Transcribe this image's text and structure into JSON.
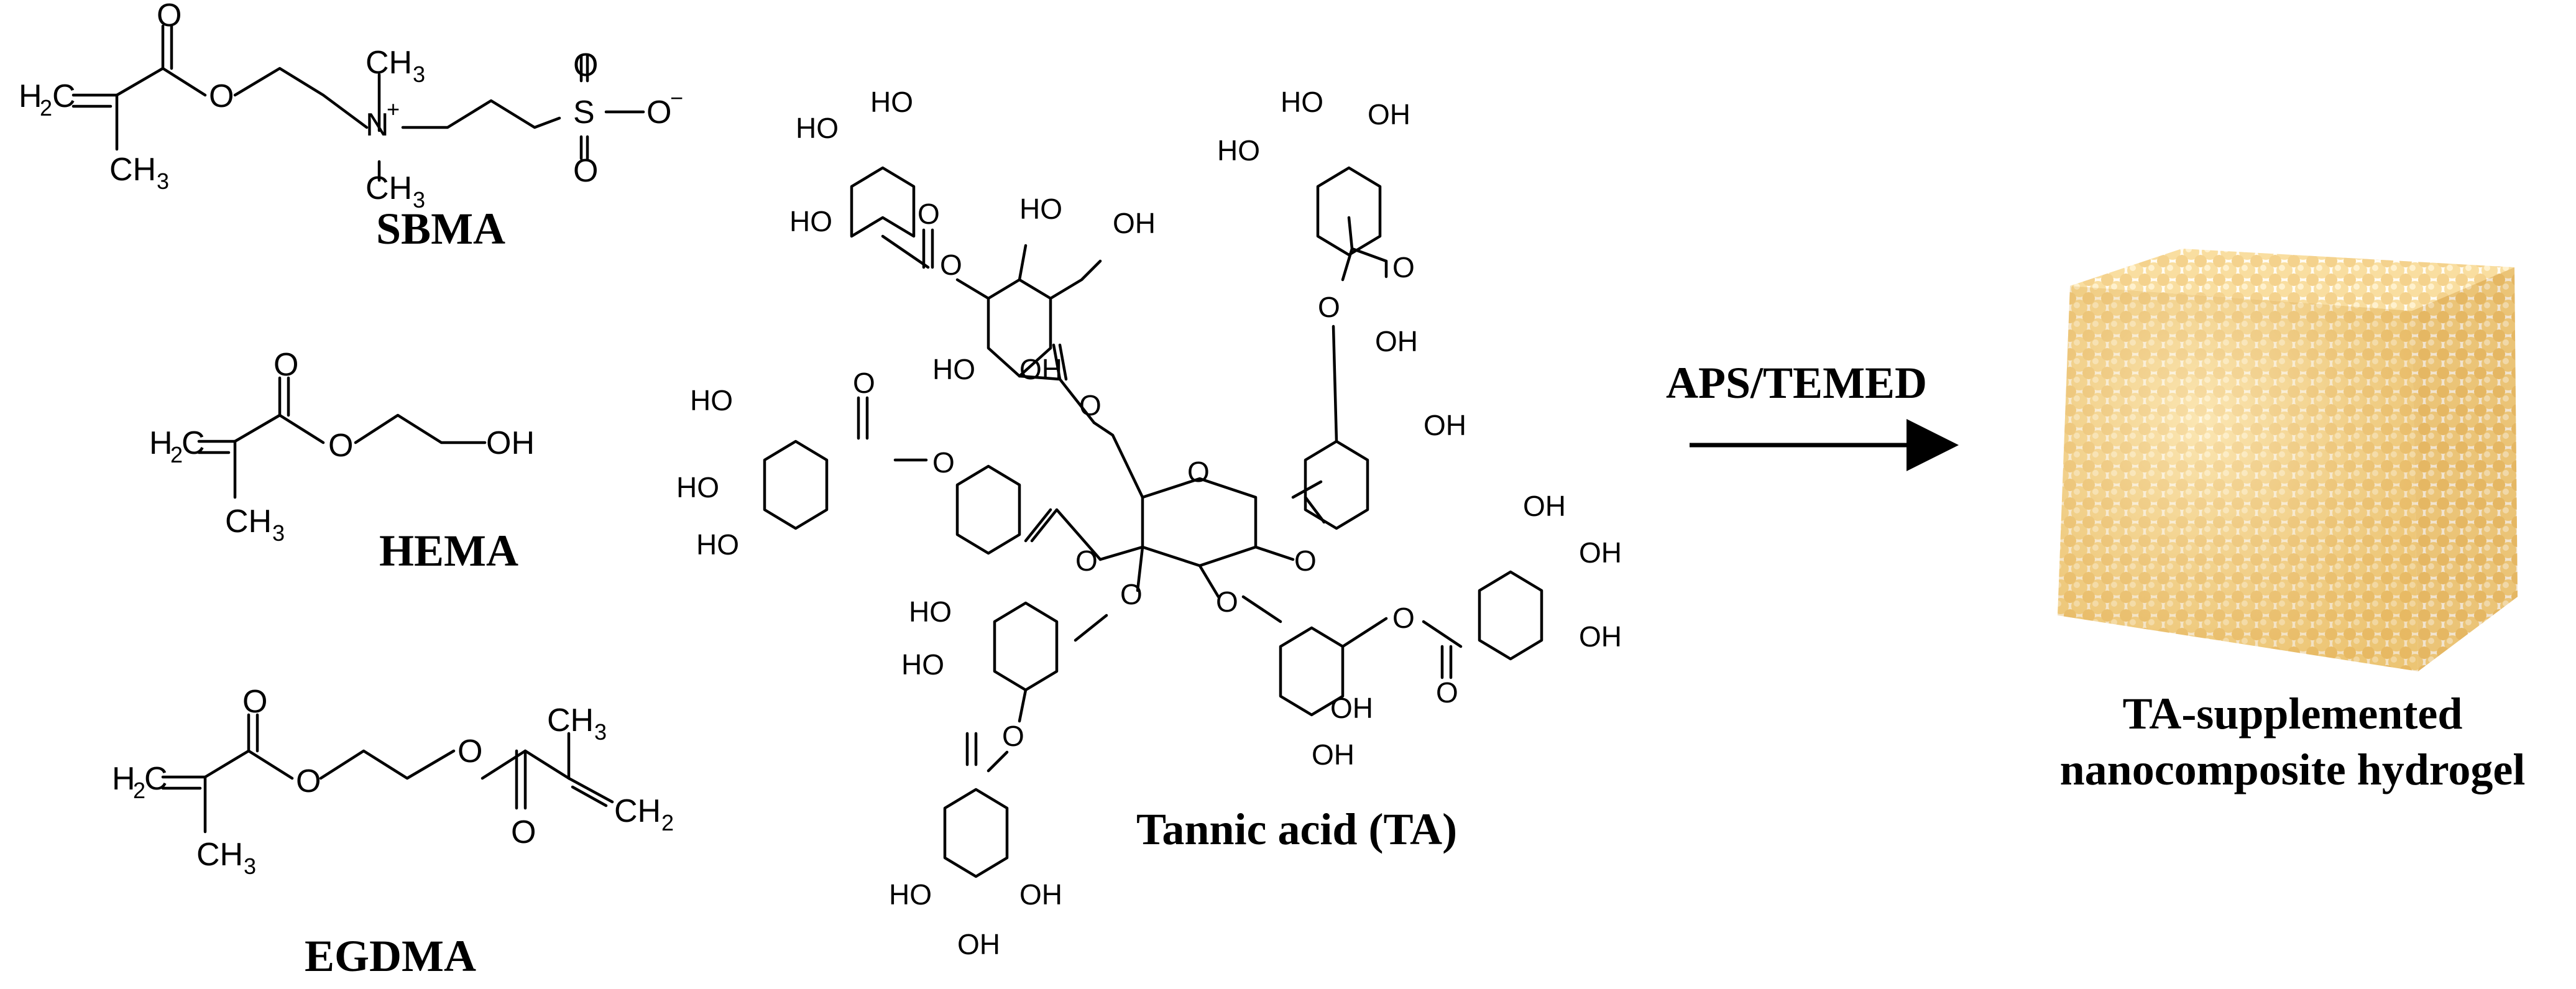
{
  "monomers": {
    "sbma": {
      "label": "SBMA",
      "atoms": {
        "ch2": "H",
        "ch2_sub": "2",
        "ch2_c": "C",
        "o_carbonyl": "O",
        "o_ester": "O",
        "n": "N",
        "n_charge": "+",
        "me_top": "CH",
        "me_top_sub": "3",
        "me_bottom": "CH",
        "me_bottom_sub": "3",
        "methyl": "CH",
        "methyl_sub": "3",
        "s": "S",
        "o_top": "O",
        "o_bottom": "O",
        "o_minus": "O",
        "o_minus_charge": "−"
      }
    },
    "hema": {
      "label": "HEMA",
      "atoms": {
        "ch2": "H",
        "ch2_sub": "2",
        "ch2_c": "C",
        "o_carbonyl": "O",
        "o_ester": "O",
        "oh": "OH",
        "methyl": "CH",
        "methyl_sub": "3"
      }
    },
    "egdma": {
      "label": "EGDMA",
      "atoms": {
        "ch2_left": "H",
        "ch2_left_sub": "2",
        "ch2_left_c": "C",
        "o_carbonyl_1": "O",
        "o_ester_1": "O",
        "o_ester_2": "O",
        "o_carbonyl_2": "O",
        "methyl_left": "CH",
        "methyl_left_sub": "3",
        "methyl_right": "CH",
        "methyl_right_sub": "3",
        "ch2_right": "CH",
        "ch2_right_sub": "2"
      }
    }
  },
  "tannic_acid": {
    "label": "Tannic acid (TA)",
    "hydroxyl": "HO",
    "hydroxyl_r": "OH",
    "oxygen": "O"
  },
  "reaction": {
    "initiator": "APS/TEMED"
  },
  "product": {
    "label_line1": "TA-supplemented",
    "label_line2": "nanocomposite hydrogel",
    "colors": {
      "cube_light": "#fbe3a3",
      "cube_mid": "#f4cf79",
      "cube_dark": "#dfae52",
      "sphere_highlight": "#fff3d2"
    }
  }
}
